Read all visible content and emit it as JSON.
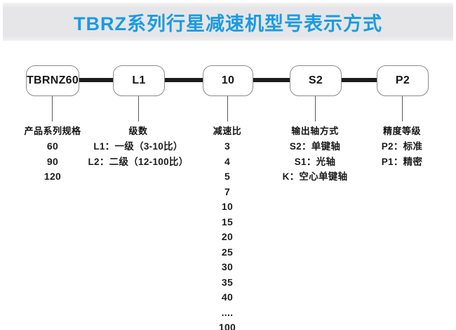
{
  "header": {
    "title": "TBRZ系列行星减速机型号表示方式"
  },
  "colors": {
    "accent": "#1a9be1",
    "header_bar": "#e6e6e8",
    "line": "#1c1c1c"
  },
  "model_boxes": [
    {
      "label": "TBRNZ60"
    },
    {
      "label": "L1"
    },
    {
      "label": "10"
    },
    {
      "label": "S2"
    },
    {
      "label": "P2"
    }
  ],
  "columns": [
    {
      "header": "产品系列规格",
      "items": [
        "60",
        "90",
        "120"
      ]
    },
    {
      "header": "级数",
      "items": [
        "L1：一级（3-10比）",
        "L2：二级（12-100比）"
      ]
    },
    {
      "header": "减速比",
      "items": [
        "3",
        "4",
        "5",
        "7",
        "10",
        "15",
        "20",
        "25",
        "30",
        "35",
        "40",
        "....",
        "100"
      ]
    },
    {
      "header": "输出轴方式",
      "items": [
        "S2：单键轴",
        "S1：光轴",
        "K：空心单键轴"
      ]
    },
    {
      "header": "精度等级",
      "items": [
        "P2：标准",
        "P1：精密"
      ]
    }
  ]
}
